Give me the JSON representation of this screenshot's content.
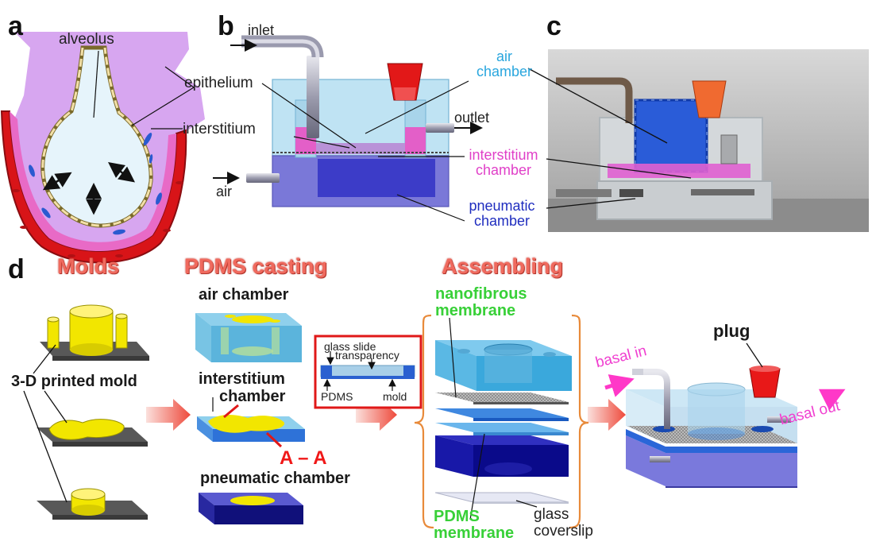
{
  "panel_letters": {
    "a": "a",
    "b": "b",
    "c": "c",
    "d": "d"
  },
  "panel_a": {
    "alveolus": "alveolus",
    "epithelium": "epithelium",
    "interstitium": "interstitium"
  },
  "panel_b": {
    "inlet": "inlet",
    "outlet": "outlet",
    "air": "air",
    "air_chamber_1": "air",
    "air_chamber_2": "chamber",
    "interstitium_chamber_1": "interstitium",
    "interstitium_chamber_2": "chamber",
    "pneumatic_chamber_1": "pneumatic",
    "pneumatic_chamber_2": "chamber"
  },
  "panel_d": {
    "molds": "Molds",
    "pdms_casting": "PDMS casting",
    "assembling": "Assembling",
    "printed_mold": "3-D printed mold",
    "air_chamber": "air chamber",
    "interstitium_chamber_1": "interstitium",
    "interstitium_chamber_2": "chamber",
    "pneumatic_chamber": "pneumatic chamber",
    "section": "A – A",
    "inset": {
      "glass_slide": "glass slide",
      "transparency": "transparency",
      "pdms": "PDMS",
      "mold": "mold"
    },
    "nanofibrous_1": "nanofibrous",
    "nanofibrous_2": "membrane",
    "pdms_membrane_1": "PDMS",
    "pdms_membrane_2": "membrane",
    "glass_coverslip_1": "glass",
    "glass_coverslip_2": "coverslip",
    "plug": "plug",
    "basal_in": "basal in",
    "basal_out": "basal out"
  },
  "colors": {
    "air_chamber": "#29a6de",
    "interstitium": "#e040c8",
    "pneumatic": "#1f2dbf",
    "membrane_label": "#38d038",
    "heading": "#f06a5e",
    "mold": "#f2e600"
  }
}
